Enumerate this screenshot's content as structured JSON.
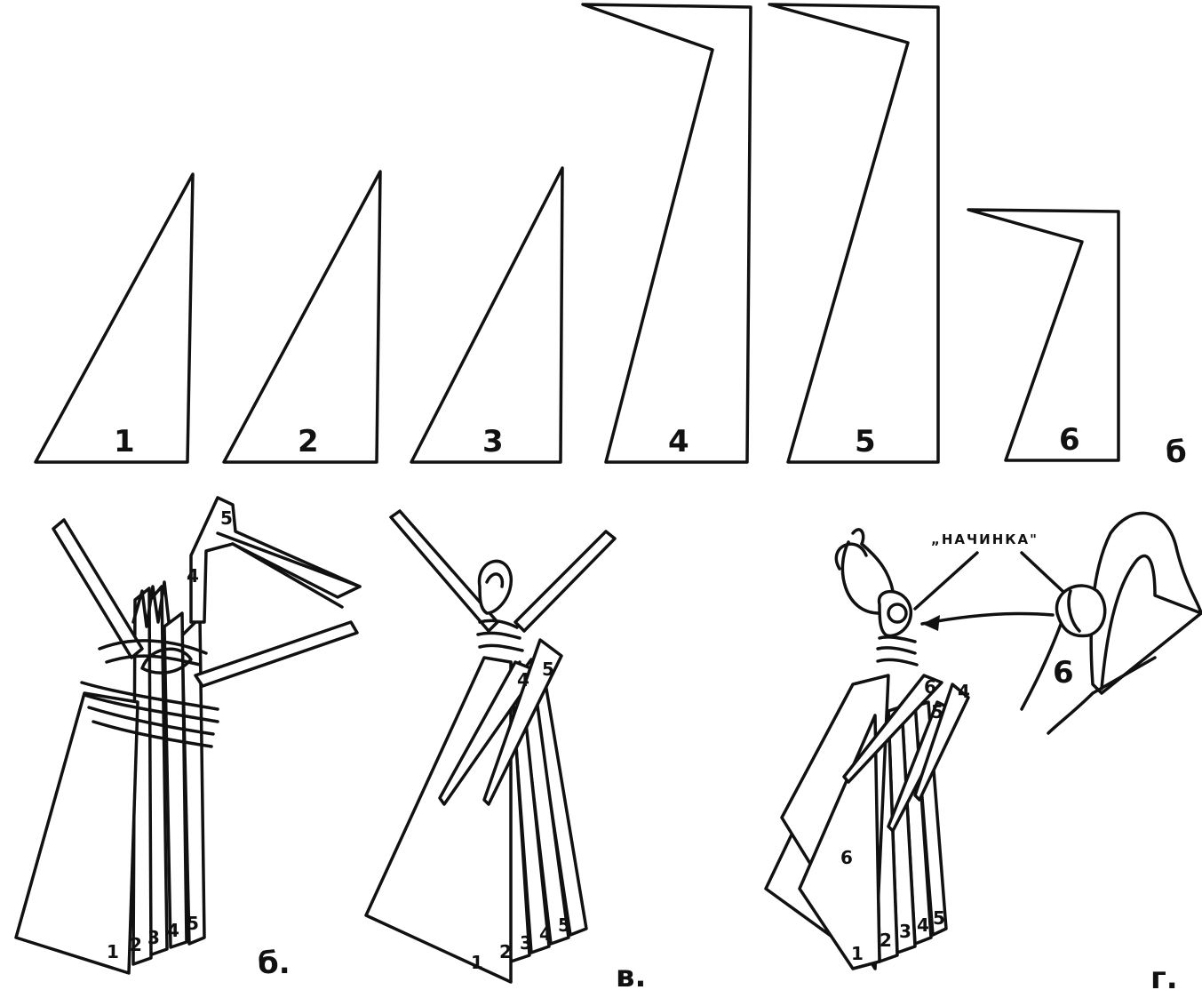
{
  "pattern": {
    "pieces": [
      {
        "number": "1"
      },
      {
        "number": "2"
      },
      {
        "number": "3"
      },
      {
        "number": "4"
      },
      {
        "number": "5"
      },
      {
        "number": "6"
      }
    ],
    "caption": "б"
  },
  "step_b": {
    "caption": "б.",
    "strip_numbers": [
      "1",
      "2",
      "3",
      "4",
      "5"
    ],
    "arm_numbers": [
      "4",
      "5"
    ]
  },
  "step_v": {
    "caption": "в.",
    "strip_numbers": [
      "1",
      "2",
      "3",
      "4",
      "5"
    ],
    "arm_numbers": [
      "4",
      "5"
    ]
  },
  "step_g": {
    "caption": "г.",
    "annotation": "„НАЧИНКА\"",
    "strip_numbers": [
      "1",
      "2",
      "3",
      "4",
      "5"
    ],
    "arm_numbers": [
      "6",
      "5",
      "4"
    ],
    "front_piece_number": "6",
    "detail_number": "6"
  }
}
